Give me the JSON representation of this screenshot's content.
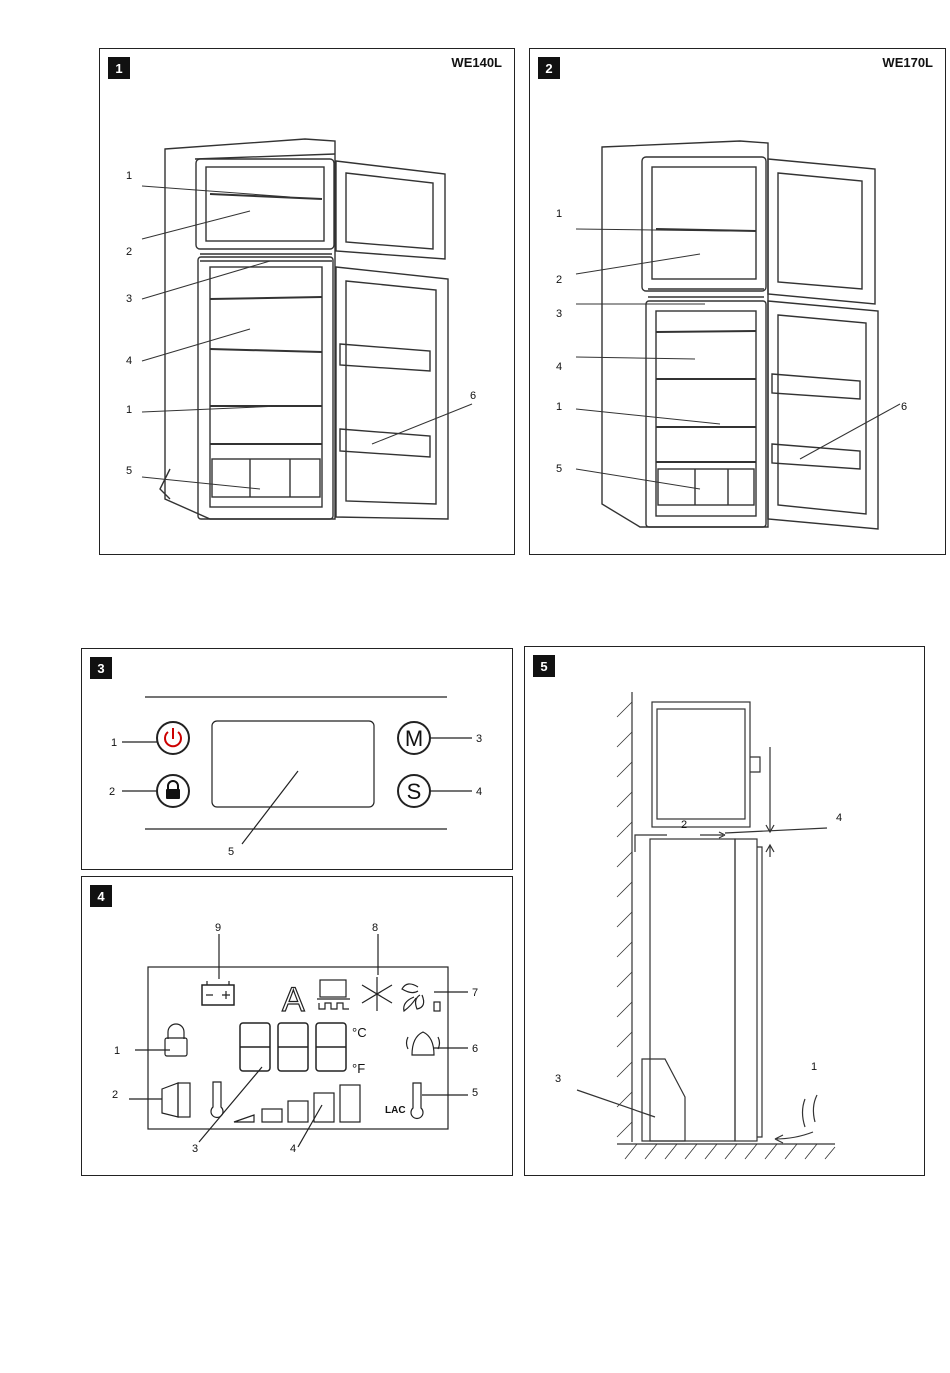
{
  "figures": [
    {
      "badge": "1",
      "model": "WE140L",
      "callouts": [
        "1",
        "2",
        "3",
        "4",
        "1",
        "5",
        "6"
      ]
    },
    {
      "badge": "2",
      "model": "WE170L",
      "callouts": [
        "1",
        "2",
        "3",
        "4",
        "1",
        "5",
        "6"
      ]
    },
    {
      "badge": "3",
      "callouts": [
        "1",
        "2",
        "3",
        "4",
        "5"
      ],
      "buttons": {
        "power": "power-icon",
        "lock": "lock-icon",
        "mode": "M",
        "set": "S"
      }
    },
    {
      "badge": "4",
      "callouts": [
        "9",
        "8",
        "7",
        "1",
        "6",
        "2",
        "5",
        "3",
        "4"
      ],
      "display": {
        "mode_letter": "A",
        "unit_c": "°C",
        "unit_f": "°F",
        "lac": "LAC",
        "digits": [
          "8",
          "8",
          "8"
        ]
      }
    },
    {
      "badge": "5",
      "callouts": [
        "4",
        "2",
        "3",
        "1"
      ]
    }
  ]
}
